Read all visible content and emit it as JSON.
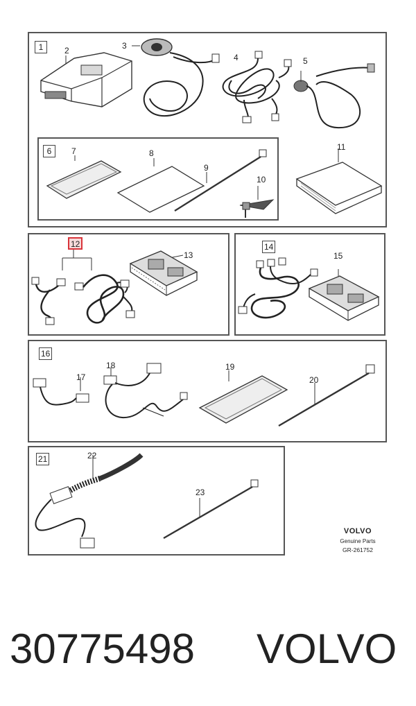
{
  "figure": {
    "groups": [
      {
        "id": "1",
        "label": "1"
      },
      {
        "id": "6",
        "label": "6"
      },
      {
        "id": "12",
        "label": "12"
      },
      {
        "id": "14",
        "label": "14"
      },
      {
        "id": "16",
        "label": "16"
      },
      {
        "id": "21",
        "label": "21"
      }
    ],
    "callouts": [
      "2",
      "3",
      "4",
      "5",
      "7",
      "8",
      "9",
      "10",
      "11",
      "13",
      "15",
      "17",
      "18",
      "19",
      "20",
      "22",
      "23"
    ],
    "brand": {
      "logo": "VOLVO",
      "subtitle": "Genuine Parts",
      "ref": "GR-261752"
    },
    "highlight_color": "#d9343a"
  },
  "listing": {
    "part_number": "30775498",
    "make": "VOLVO"
  }
}
